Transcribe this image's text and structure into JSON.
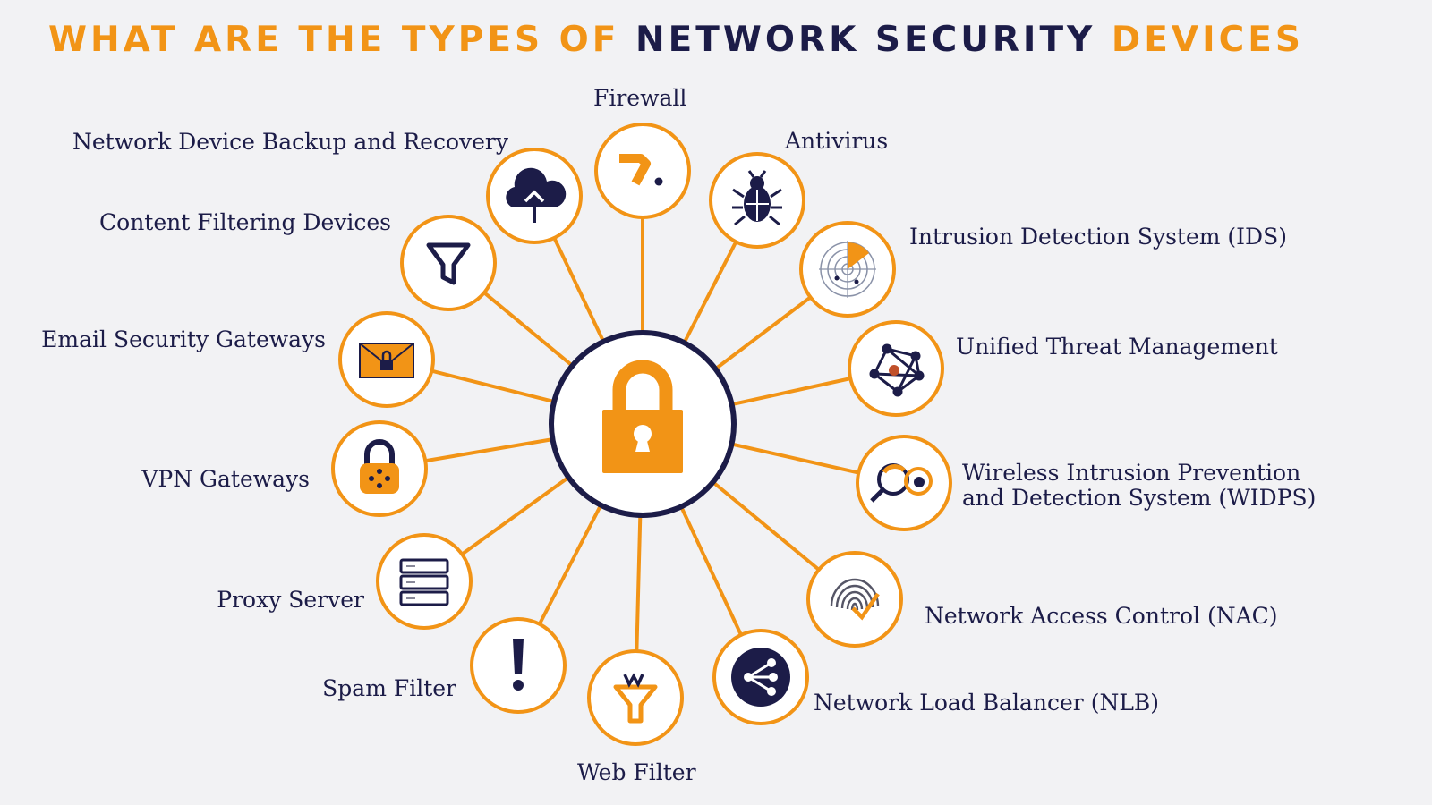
{
  "title": {
    "part1": "WHAT ARE THE TYPES OF ",
    "part2": "NETWORK SECURITY",
    "part3": " DEVICES"
  },
  "colors": {
    "orange": "#f29416",
    "navy": "#1c1c48",
    "background": "#f2f2f4",
    "node_fill": "#ffffff"
  },
  "center": {
    "icon": "padlock-icon"
  },
  "devices": [
    {
      "label": "Firewall",
      "icon": "firewall-icon"
    },
    {
      "label": "Antivirus",
      "icon": "bug-icon"
    },
    {
      "label": "Intrusion Detection System (IDS)",
      "icon": "radar-icon"
    },
    {
      "label": "Unified Threat Management",
      "icon": "network-nodes-icon"
    },
    {
      "label": "Wireless Intrusion Prevention",
      "label2": "and Detection System (WIDPS)",
      "icon": "magnifier-icon"
    },
    {
      "label": "Network Access Control (NAC)",
      "icon": "fingerprint-icon"
    },
    {
      "label": "Network Load Balancer (NLB)",
      "icon": "share-icon"
    },
    {
      "label": "Web Filter",
      "icon": "web-filter-icon"
    },
    {
      "label": "Spam Filter",
      "icon": "exclamation-icon"
    },
    {
      "label": "Proxy Server",
      "icon": "server-icon"
    },
    {
      "label": "VPN Gateways",
      "icon": "lock-icon"
    },
    {
      "label": "Email Security Gateways",
      "icon": "envelope-lock-icon"
    },
    {
      "label": "Content Filtering Devices",
      "icon": "funnel-icon"
    },
    {
      "label": "Network Device Backup and Recovery",
      "icon": "cloud-upload-icon"
    }
  ]
}
